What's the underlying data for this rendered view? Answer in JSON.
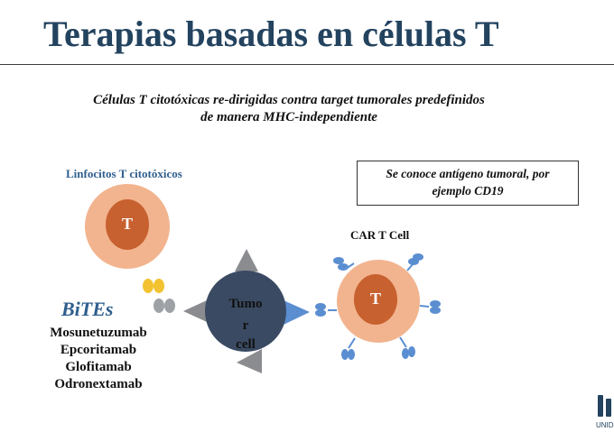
{
  "slide": {
    "title": "Terapias basadas en células T",
    "subtitle_line1": "Células T citotóxicas re-dirigidas contra target tumorales predefinidos",
    "subtitle_line2": "de manera MHC-independiente",
    "linfocitos_label": "Linfocitos T citotóxicos",
    "tcell_letter": "T",
    "info_box_line1": "Se conoce antígeno tumoral, por",
    "info_box_line2": "ejemplo CD19",
    "car_label": "CAR T Cell",
    "car_letter": "T",
    "tumor_lines": [
      "Tumo",
      "r",
      "cell"
    ],
    "bites_title": "BiTEs",
    "bites_drugs": [
      "Mosunetuzumab",
      "Epcoritamab",
      "Glofitamab",
      "Odronextamab"
    ],
    "logo_text": "UNID"
  },
  "colors": {
    "title": "#23435f",
    "cell_outer": "#f2b48f",
    "cell_nucleus": "#c7612f",
    "tumor": "#3a4a62",
    "triangle_gray": "#8a8c90",
    "triangle_blue": "#5b8ed1",
    "receptor_blue": "#5b8ed1",
    "bite_yellow": "#f2c230",
    "bite_gray": "#9ea2a7",
    "label_blue": "#2f5f8e"
  }
}
